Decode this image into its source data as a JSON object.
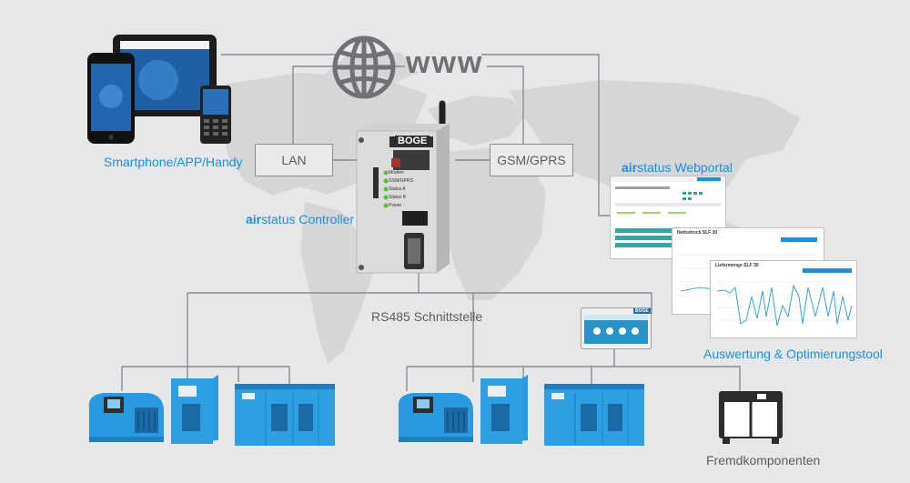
{
  "internet": {
    "label": "www",
    "icon": "globe-icon"
  },
  "network": {
    "lan_label": "LAN",
    "gsm_label": "GSM/GPRS"
  },
  "mobile": {
    "caption": "Smartphone/APP/Handy"
  },
  "controller": {
    "brand_bold": "air",
    "brand_rest": "status Controller",
    "device_logo": "BOGE",
    "leds": [
      "Modem",
      "GSM/GPRS",
      "Status A",
      "Status B",
      "Power"
    ]
  },
  "interface": {
    "caption": "RS485 Schnittstelle"
  },
  "webportal": {
    "brand_bold": "air",
    "brand_rest": "status Webportal"
  },
  "screens": {
    "chart1_title": "Nettodruck SLF 30",
    "chart2_title": "Liefermenge SLF 30"
  },
  "panel": {
    "logo": "BOGE"
  },
  "analysis": {
    "caption": "Auswertung & Optimierungstool"
  },
  "thirdparty": {
    "caption": "Fremdkomponenten"
  },
  "colors": {
    "accent": "#1d8fd6",
    "line": "#8a8c8f",
    "compressor": "#2a9ae0",
    "background": "#e6e7e8"
  }
}
